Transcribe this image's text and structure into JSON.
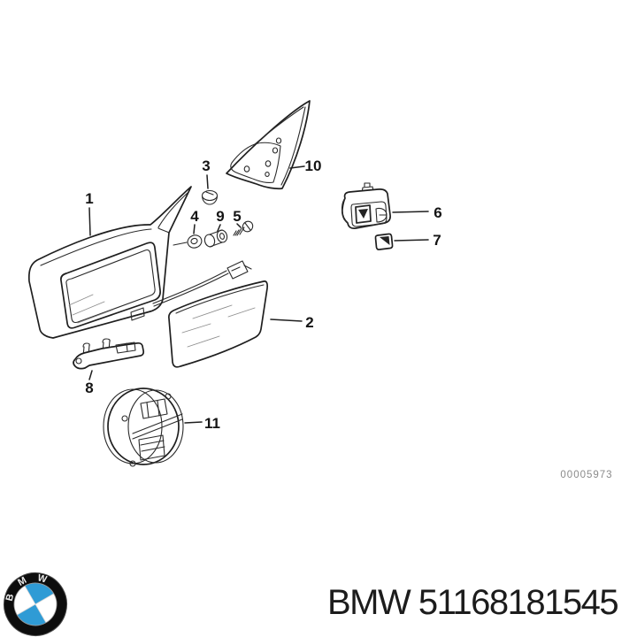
{
  "diagram": {
    "drawing_number": "00005973",
    "labels": [
      {
        "part": "1"
      },
      {
        "part": "2"
      },
      {
        "part": "3"
      },
      {
        "part": "4"
      },
      {
        "part": "5"
      },
      {
        "part": "6"
      },
      {
        "part": "7"
      },
      {
        "part": "8"
      },
      {
        "part": "9"
      },
      {
        "part": "10"
      },
      {
        "part": "11"
      }
    ]
  },
  "footer": {
    "brand": "BMW",
    "part_number": "51168181545",
    "logo": {
      "letter_b": "B",
      "letter_m": "M",
      "letter_w": "W",
      "blue": "#2f9bd5",
      "black": "#0d0d0d"
    }
  },
  "colors": {
    "line": "#1f1f1f",
    "label": "#141414",
    "drawing_number": "#8a8a8a",
    "background": "#ffffff",
    "footer_text": "#1c1c1c"
  }
}
